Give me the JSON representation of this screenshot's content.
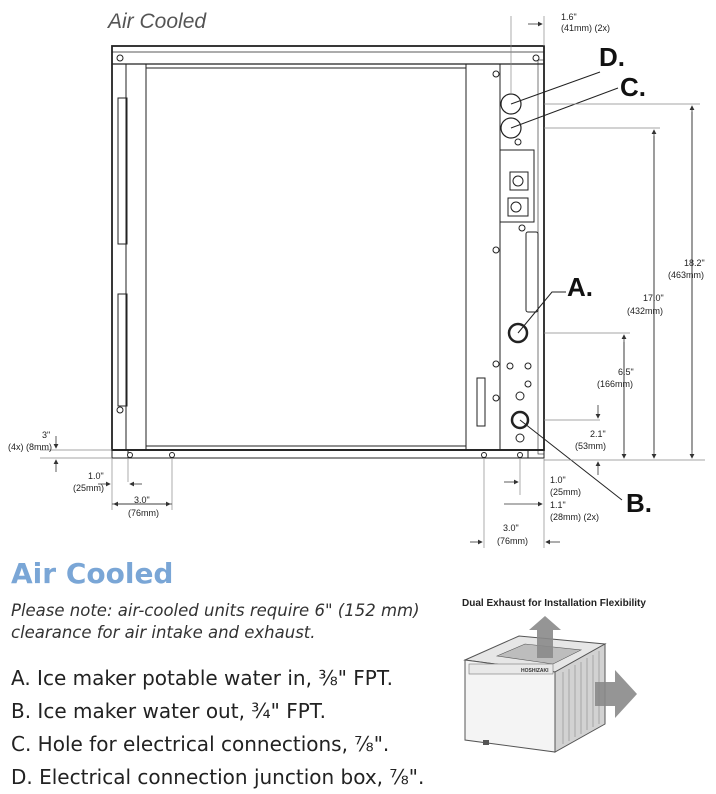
{
  "diagram": {
    "view_label": "Air Cooled",
    "callouts": {
      "a": "A.",
      "b": "B.",
      "c": "C.",
      "d": "D."
    },
    "dims": {
      "top_gap_in": "1.6\"",
      "top_gap_mm": "(41mm) (2x)",
      "height_total_in": "18.2\"",
      "height_total_mm": "(463mm)",
      "height_c_in": "17.0\"",
      "height_c_mm": "(432mm)",
      "height_a_in": "6.5\"",
      "height_a_mm": "(166mm)",
      "height_b_in": "2.1\"",
      "height_b_mm": "(53mm)",
      "foot_in": "3\"",
      "foot_mm": "(4x) (8mm)",
      "left_1_in": "1.0\"",
      "left_1_mm": "(25mm)",
      "left_3_in": "3.0\"",
      "left_3_mm": "(76mm)",
      "right_1_in": "1.0\"",
      "right_1_mm": "(25mm)",
      "right_11_in": "1.1\"",
      "right_11_mm": "(28mm) (2x)",
      "right_3_in": "3.0\"",
      "right_3_mm": "(76mm)"
    }
  },
  "section": {
    "title": "Air Cooled",
    "note_line1": "Please note: air-cooled units require 6\" (152 mm)",
    "note_line2": "clearance for air intake and exhaust.",
    "legend": [
      "A. Ice maker potable water in, ⅜\" FPT.",
      "B. Ice maker water out, ¾\" FPT.",
      "C. Hole for electrical connections, ⅞\".",
      "D. Electrical connection junction box, ⅞\"."
    ]
  },
  "inset": {
    "title": "Dual Exhaust for Installation Flexibility",
    "brand": "HOSHIZAKI"
  }
}
